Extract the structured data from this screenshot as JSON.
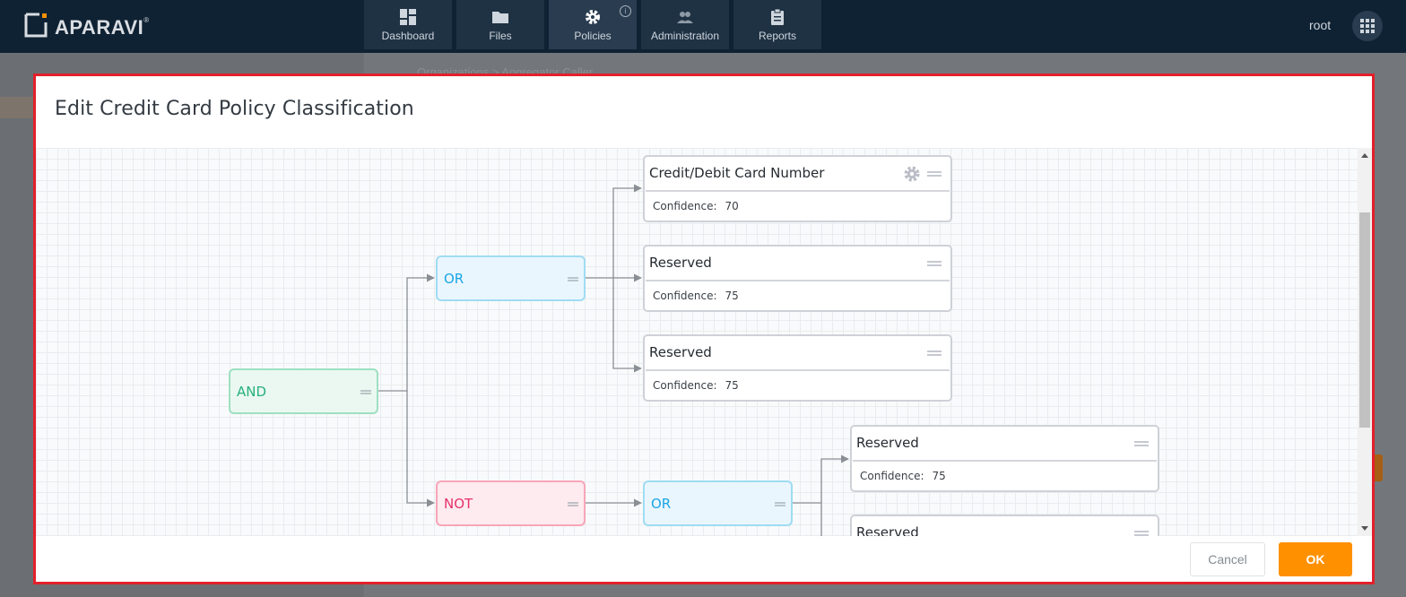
{
  "app": {
    "brand": "APARAVI",
    "user": "root"
  },
  "nav": {
    "items": [
      {
        "label": "Dashboard",
        "icon": "dashboard-icon"
      },
      {
        "label": "Files",
        "icon": "folder-icon"
      },
      {
        "label": "Policies",
        "icon": "gear-icon",
        "active": true
      },
      {
        "label": "Administration",
        "icon": "users-icon"
      },
      {
        "label": "Reports",
        "icon": "clipboard-icon"
      }
    ],
    "info_badge": "i"
  },
  "background": {
    "breadcrumb": "Organizations  >  Aggregator Caller"
  },
  "modal": {
    "title": "Edit Credit Card Policy Classification",
    "cancel_label": "Cancel",
    "ok_label": "OK"
  },
  "tree": {
    "and_label": "AND",
    "or1_label": "OR",
    "not_label": "NOT",
    "or2_label": "OR",
    "confidence_label": "Confidence:",
    "cards": [
      {
        "title": "Credit/Debit Card Number",
        "confidence": "70"
      },
      {
        "title": "Reserved",
        "confidence": "75"
      },
      {
        "title": "Reserved",
        "confidence": "75"
      },
      {
        "title": "Reserved",
        "confidence": "75"
      },
      {
        "title": "Reserved",
        "confidence": ""
      }
    ]
  },
  "colors": {
    "topbar": "#0f2233",
    "accent": "#ff9000",
    "modal_border": "#e3202a",
    "and": "#27b07a",
    "or": "#1aa6e6",
    "not": "#e8316a"
  }
}
